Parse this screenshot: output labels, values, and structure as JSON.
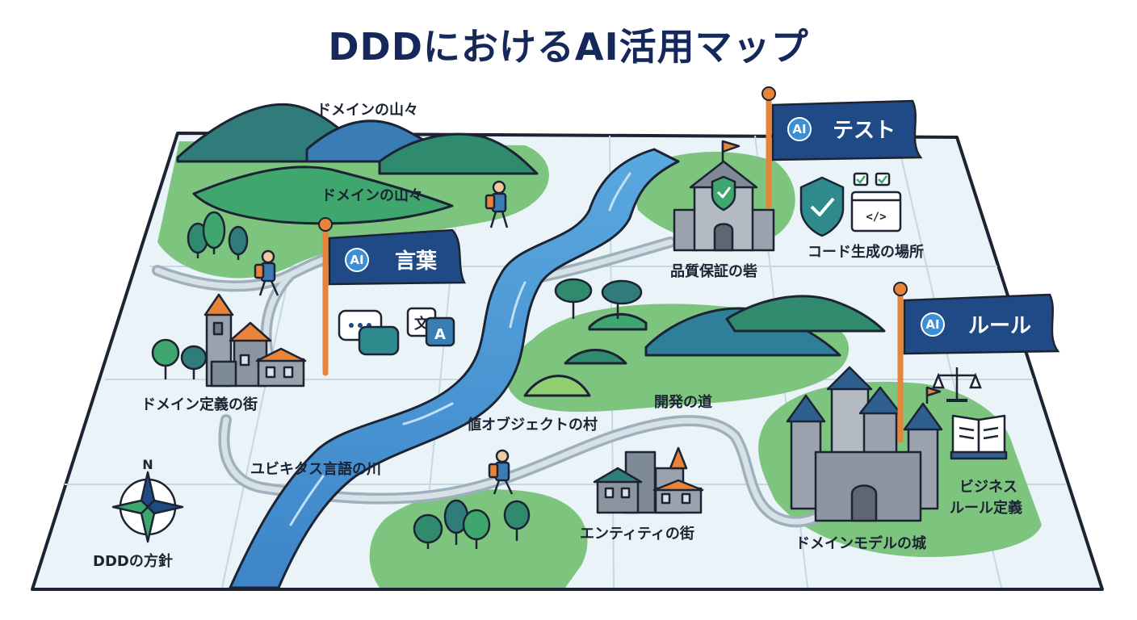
{
  "title": "DDDにおけるAI活用マップ",
  "labels": {
    "mountains_top": "ドメインの山々",
    "mountains_mid": "ドメインの山々",
    "domain_town": "ドメイン定義の街",
    "ubiquitous_river": "ユビキタス言語の川",
    "value_village": "値オブジェクトの村",
    "dev_road": "開発の道",
    "entity_town": "エンティティの街",
    "qa_fort": "品質保証の砦",
    "codegen": "コード生成の場所",
    "domain_castle": "ドメインモデルの城",
    "biz_rules_1": "ビジネス",
    "biz_rules_2": "ルール定義",
    "ddd_compass": "DDDの方針"
  },
  "flags": {
    "words": {
      "ai": "AI",
      "text": "言葉"
    },
    "test": {
      "ai": "AI",
      "text": "テスト"
    },
    "rule": {
      "ai": "AI",
      "text": "ルール"
    }
  },
  "compass": {
    "north": "N"
  },
  "icons": {
    "chat": "chat-bubbles-icon",
    "translate": "translate-icon",
    "shield": "shield-check-icon",
    "code": "code-window-icon",
    "scales": "scales-icon",
    "book": "open-book-icon"
  },
  "colors": {
    "navy": "#1f4a86",
    "river": "#4d9bd8",
    "land": "#6dbf73",
    "map": "#e9f3f8",
    "road": "#bfcad3",
    "orange": "#e8833a",
    "stone": "#9aa3ad"
  }
}
